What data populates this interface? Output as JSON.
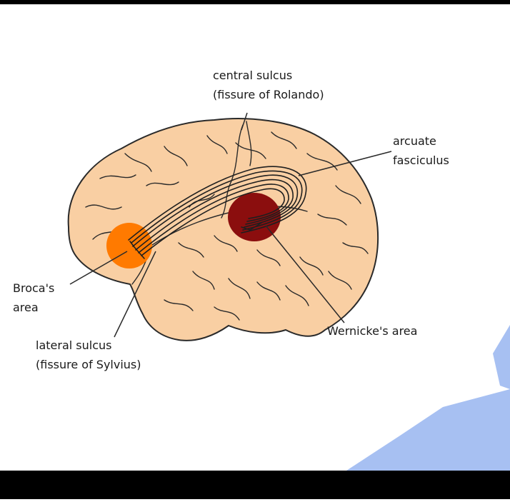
{
  "colors": {
    "brain_fill": "#f9cfa3",
    "brain_outline": "#2a2a2a",
    "broca": "#ff7a00",
    "wernicke": "#8b0e0e",
    "fasciculus": "#1f1f1f",
    "corner_shape": "#a7c0f2",
    "frame": "#000000"
  },
  "labels": {
    "central_sulcus": {
      "line1": "central sulcus",
      "line2": "(fissure of Rolando)"
    },
    "arcuate": {
      "line1": "arcuate",
      "line2": "fasciculus"
    },
    "broca": {
      "line1": "Broca's",
      "line2": "area"
    },
    "lateral_sulcus": {
      "line1": "lateral sulcus",
      "line2": "(fissure of Sylvius)"
    },
    "wernicke": {
      "line1": "Wernicke's area"
    }
  }
}
